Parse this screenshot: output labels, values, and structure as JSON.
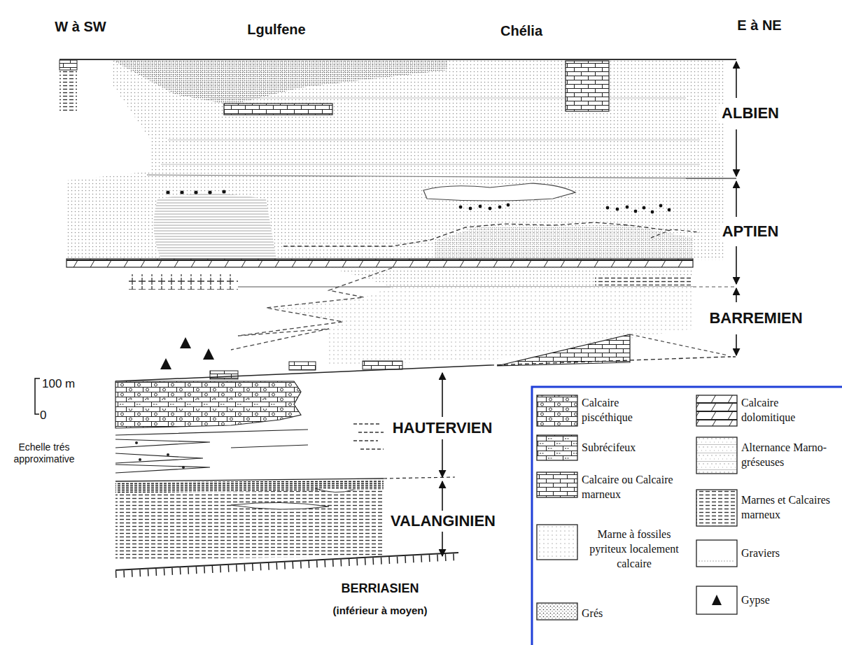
{
  "diagram": {
    "labels": [
      "W à SW",
      "Lgulfene",
      "Chélia",
      "E à NE",
      "ALBIEN",
      "APTIEN",
      "BARREMIEN",
      "HAUTERVIEN",
      "VALANGINIEN",
      "BERRIASIEN",
      "(inférieur à moyen)",
      "100 m",
      "0",
      "Echelle trés approximative"
    ],
    "legend": [
      {
        "text": "Calcaire piscéthique"
      },
      {
        "text": "Calcaire dolomitique"
      },
      {
        "text": "Subrécifeux"
      },
      {
        "text": "Alternance Marno-gréseuses"
      },
      {
        "text": "Calcaire ou Calcaire marneux"
      },
      {
        "text": "Marnes et Calcaires marneux"
      },
      {
        "text": "Marne à fossiles pyriteux localement calcaire"
      },
      {
        "text": "Graviers"
      },
      {
        "text": "Grés"
      },
      {
        "text": "Gypse"
      }
    ]
  }
}
